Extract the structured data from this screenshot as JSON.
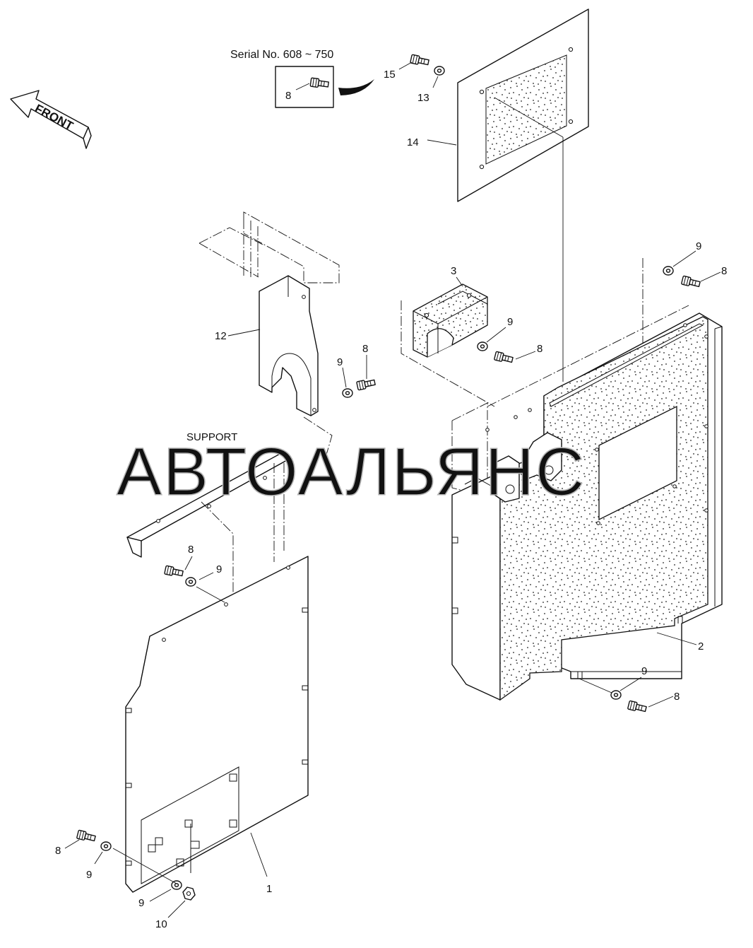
{
  "serial_note": "Serial No. 608 ~ 750",
  "front_label": "FRONT",
  "support_label": "SUPPORT",
  "watermark": "АВТОАЛЬЯНС",
  "callouts": {
    "c1": "1",
    "c2": "2",
    "c3": "3",
    "c8_inset": "8",
    "c8_a": "8",
    "c8_b": "8",
    "c8_c": "8",
    "c8_d": "8",
    "c8_e": "8",
    "c8_f": "8",
    "c9_a": "9",
    "c9_b": "9",
    "c9_c": "9",
    "c9_d": "9",
    "c9_e": "9",
    "c9_f": "9",
    "c9_g": "9",
    "c10": "10",
    "c12": "12",
    "c13": "13",
    "c14": "14",
    "c15": "15"
  }
}
